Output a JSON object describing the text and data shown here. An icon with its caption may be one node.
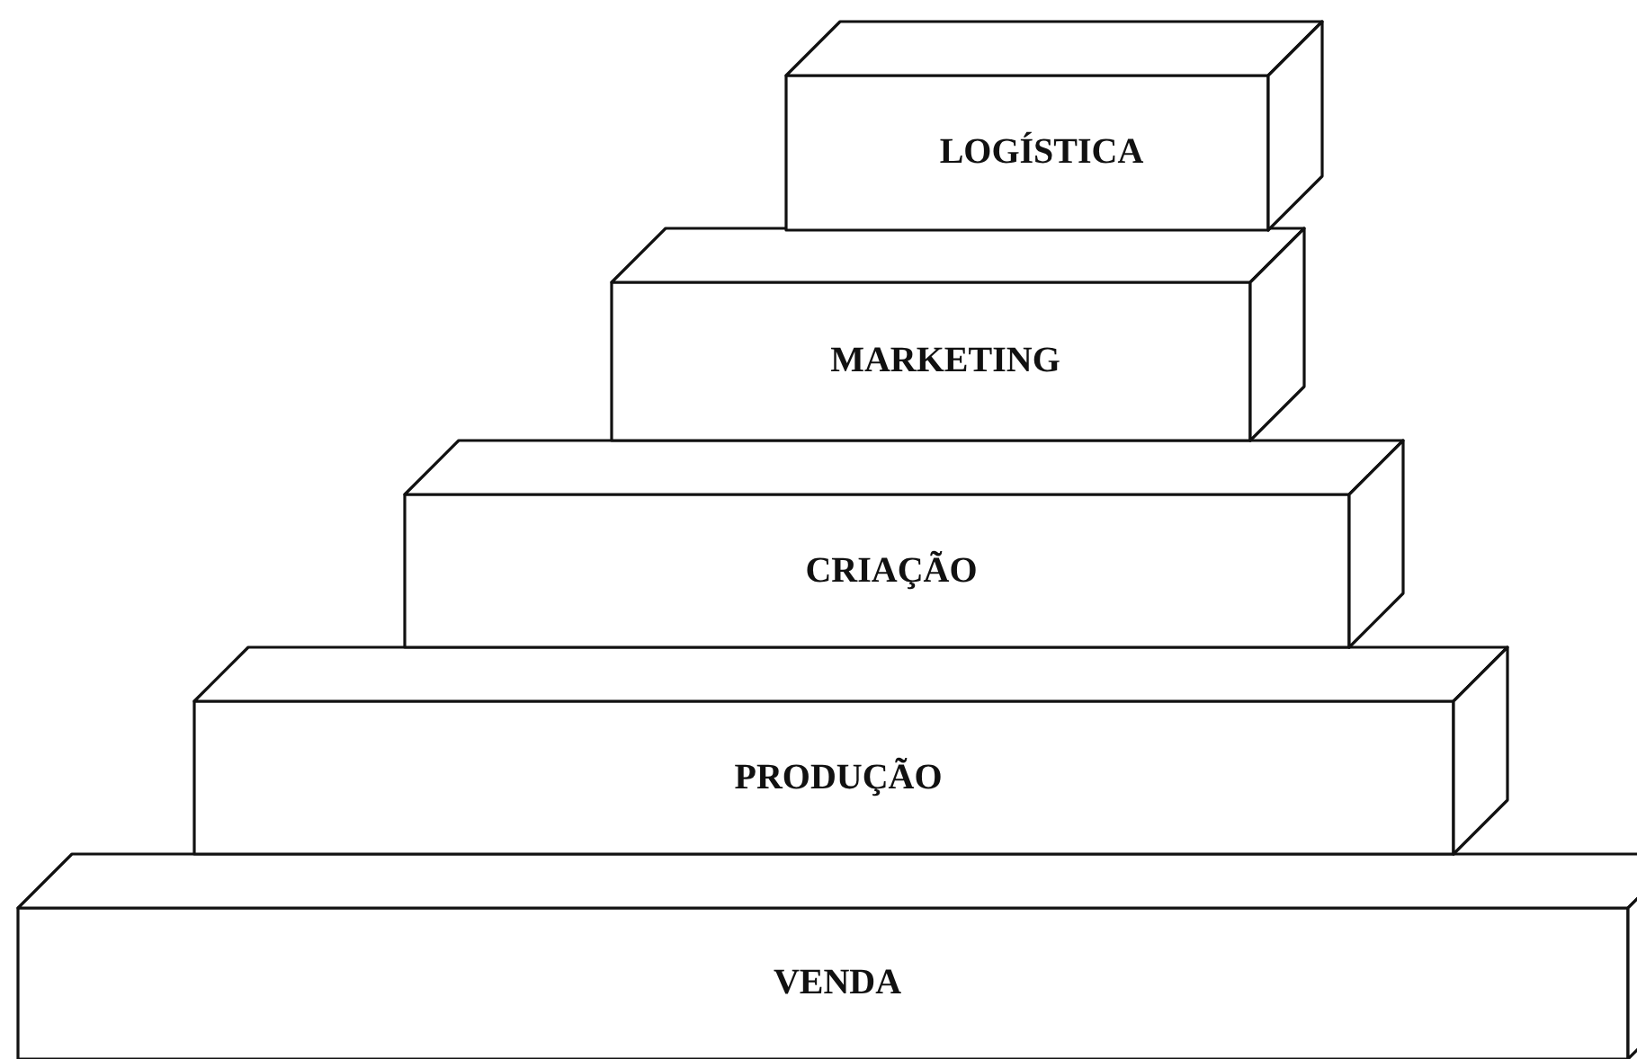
{
  "diagram": {
    "nodes": [
      {
        "text": [
          "LOGÍSTICA"
        ]
      },
      {
        "text": [
          "MARKETING"
        ]
      },
      {
        "text": [
          "CRIAÇÃO"
        ]
      },
      {
        "text": [
          "PRODUÇÃO"
        ]
      },
      {
        "text": [
          "VENDA"
        ]
      }
    ]
  }
}
